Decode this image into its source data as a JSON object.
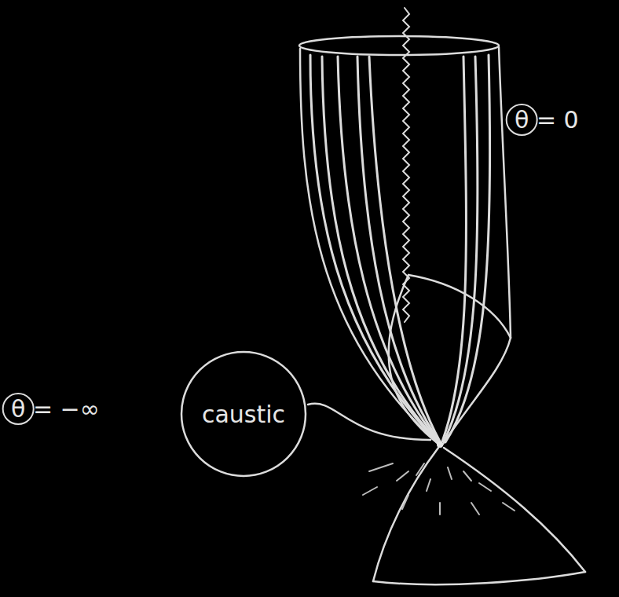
{
  "diagram": {
    "nodes": [
      {
        "text": [
          "caustic"
        ]
      }
    ],
    "labels": [
      "θ = 0",
      "θ = −∞"
    ]
  }
}
